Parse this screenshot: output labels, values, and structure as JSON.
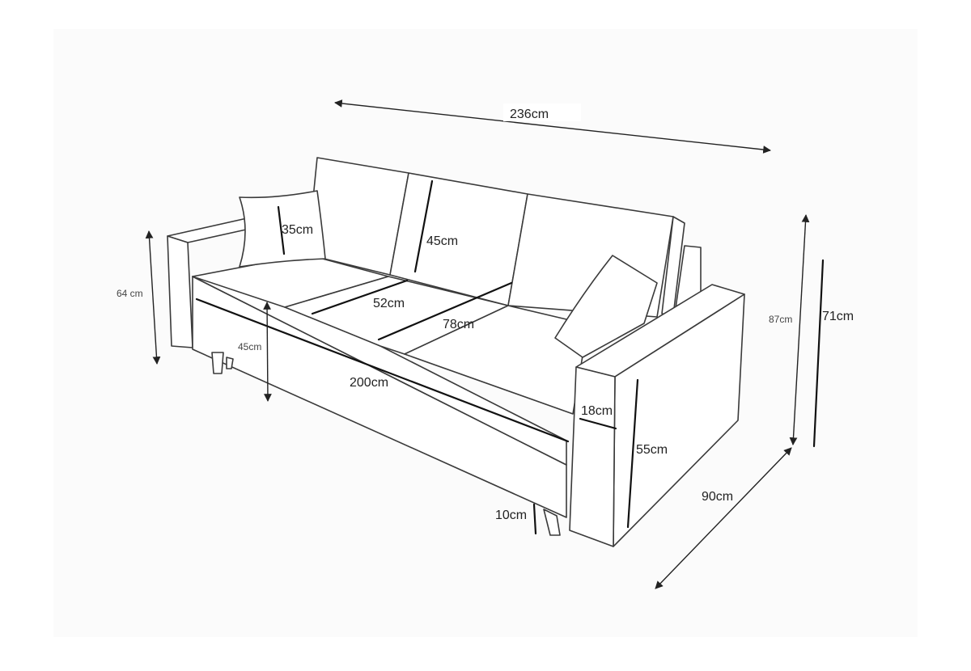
{
  "diagram": {
    "subject": "three-seat sofa dimension drawing",
    "dimensions": {
      "total_width": "236cm",
      "backrest_height": "45cm",
      "pillow_height": "35cm",
      "seat_depth_left": "52cm",
      "seat_depth_right": "78cm",
      "seat_width": "200cm",
      "seat_height": "45cm",
      "arm_height_left": "64 cm",
      "arm_width": "18cm",
      "arm_height": "55cm",
      "leg_height": "10cm",
      "total_depth": "90cm",
      "total_height": "87cm",
      "back_height": "71cm"
    }
  }
}
